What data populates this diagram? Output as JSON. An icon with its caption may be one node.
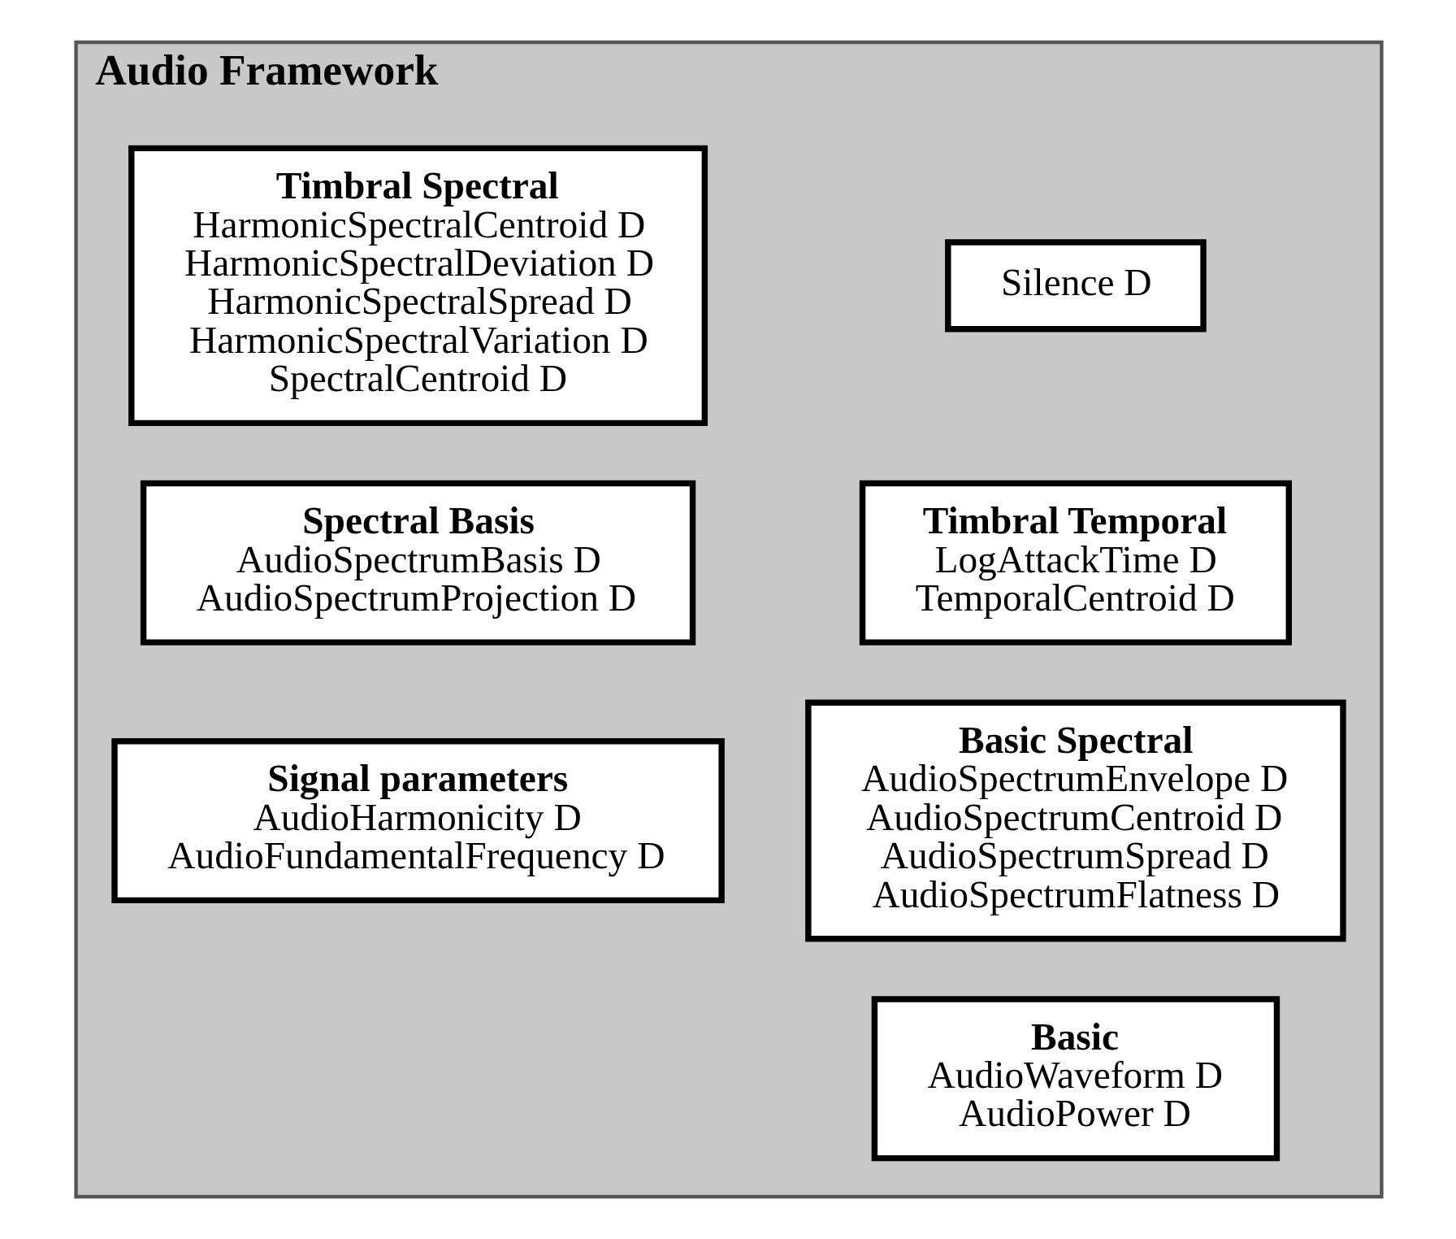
{
  "diagram": {
    "nodes": [
      {
        "text": [
          "Audio Framework"
        ]
      },
      {
        "text": [
          "Silence D"
        ],
        "in": 0
      },
      {
        "text": [
          "Timbral Temporal",
          "LogAttackTime D",
          "TemporalCentroid D"
        ],
        "in": 0
      },
      {
        "text": [
          "Timbral Spectral",
          "HarmonicSpectralCentroid D",
          "HarmonicSpectralDeviation D",
          "HarmonicSpectralSpread D",
          "HarmonicSpectralVariation D",
          "SpectralCentroid D"
        ],
        "in": 0
      },
      {
        "text": [
          "Basic Spectral",
          "AudioSpectrumEnvelope D",
          "AudioSpectrumCentroid D",
          "AudioSpectrumSpread D",
          "AudioSpectrumFlatness D"
        ],
        "in": 0
      },
      {
        "text": [
          "Spectral Basis",
          "AudioSpectrumBasis D",
          "AudioSpectrumProjection D"
        ],
        "in": 0
      },
      {
        "text": [
          "Basic",
          "AudioWaveform D",
          "AudioPower D"
        ],
        "in": 0
      },
      {
        "text": [
          "Signal parameters",
          "AudioHarmonicity D",
          "AudioFundamentalFrequency D"
        ],
        "in": 0
      }
    ],
    "edges": []
  }
}
